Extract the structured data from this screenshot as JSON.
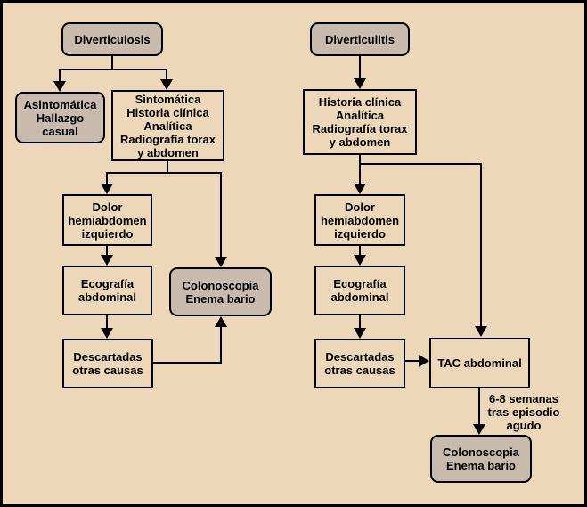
{
  "colors": {
    "background": "#ECD8B8",
    "node_fill": "#C9BAAE",
    "line": "#000000",
    "text": "#000000"
  },
  "left_column": {
    "root": "Diverticulosis",
    "asymptomatic": "Asintomática\nHallazgo\ncasual",
    "symptomatic": "Sintomática\nHistoria clínica\nAnalítica\nRadiografía torax\ny abdomen",
    "pain": "Dolor\nhemiabdomen\nizquierdo",
    "ultrasound": "Ecografía\nabdominal",
    "ruled_out": "Descartadas\notras causas",
    "colonoscopy": "Colonoscopia\nEnema bario"
  },
  "right_column": {
    "root": "Diverticulitis",
    "workup": "Historia clínica\nAnalítica\nRadiografía torax\ny abdomen",
    "pain": "Dolor\nhemiabdomen\nizquierdo",
    "ultrasound": "Ecografía\nabdominal",
    "ruled_out": "Descartadas\notras causas",
    "ct": "TAC abdominal",
    "followup_label": "6-8 semanas\ntras episodio\nagudo",
    "colonoscopy": "Colonoscopia\nEnema bario"
  }
}
